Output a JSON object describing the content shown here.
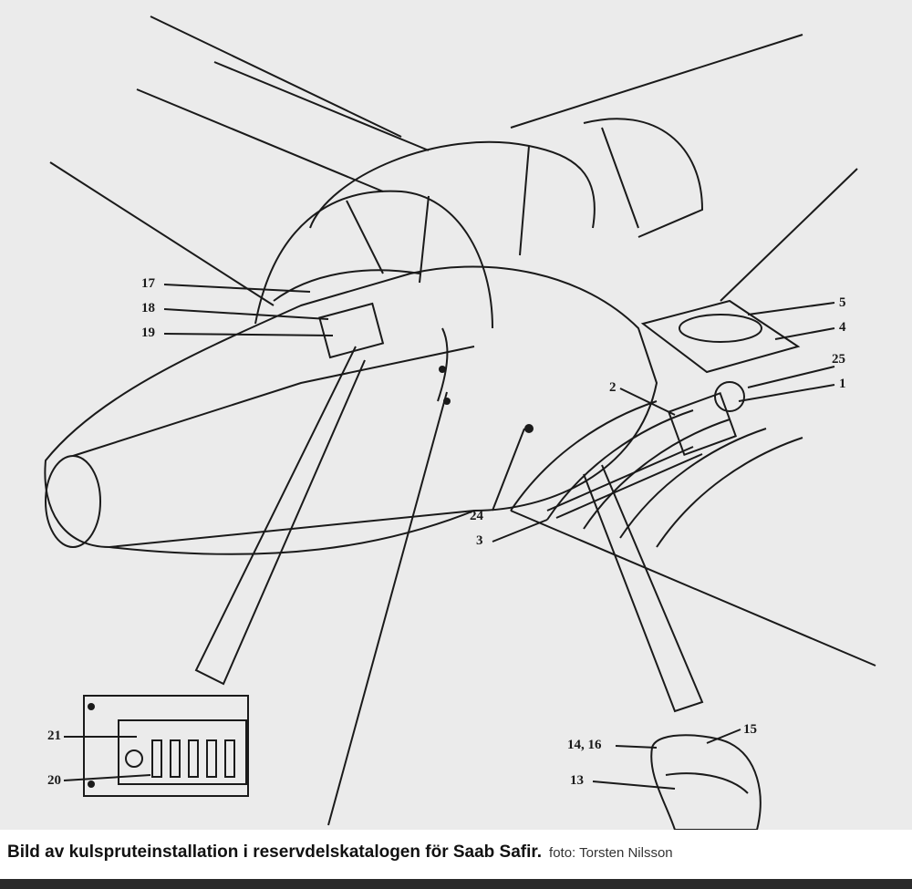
{
  "caption": {
    "text": "Bild av kulspruteinstallation i reservdelskatalogen för Saab Safir.",
    "credit": "foto: Torsten Nilsson"
  },
  "labels": {
    "l17": "17",
    "l18": "18",
    "l19": "19",
    "l5": "5",
    "l4": "4",
    "l25": "25",
    "l2": "2",
    "l1": "1",
    "l24": "24",
    "l3": "3",
    "l21": "21",
    "l20": "20",
    "l14_16": "14, 16",
    "l15": "15",
    "l13": "13"
  },
  "colors": {
    "paper": "#ebebeb",
    "ink": "#1a1a1a",
    "bar": "#2b2b2b"
  }
}
